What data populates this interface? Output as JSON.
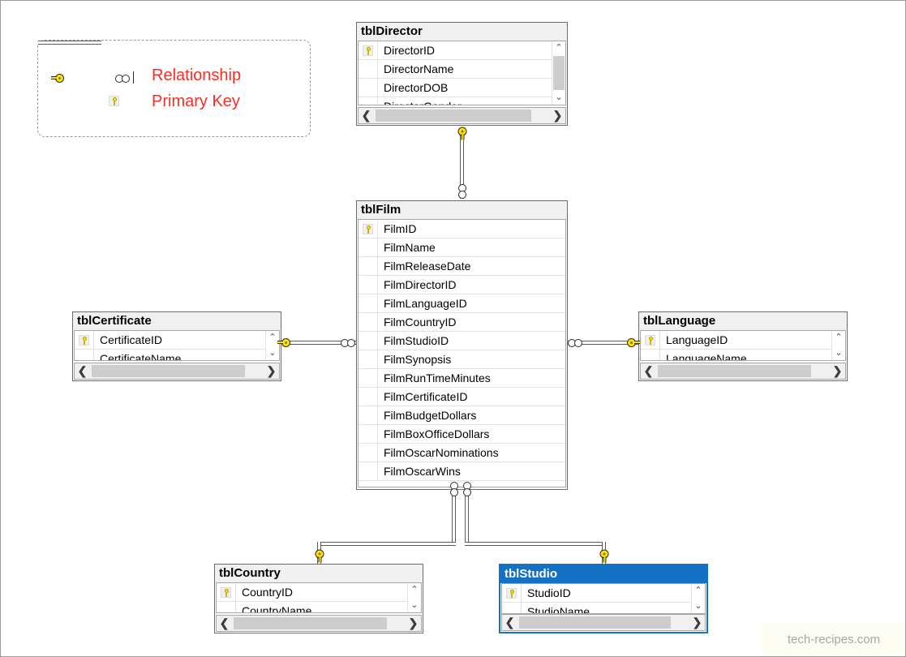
{
  "legend": {
    "relationship_label": "Relationship",
    "primary_key_label": "Primary Key",
    "key_icon": "key-icon",
    "relationship_icon": "relationship-connector-icon"
  },
  "watermark": "tech-recipes.com",
  "colors": {
    "selected_header_bg": "#1571c4",
    "selected_header_text": "#ffffff",
    "header_bg": "#f0f0f0",
    "legend_text": "#ff2b20",
    "key_yellow": "#ffe400",
    "connector_line": "#5a5a5a",
    "scroll_thumb": "#cdcdcd"
  },
  "scroll": {
    "up_arrow": "⌃",
    "down_arrow": "⌄",
    "left_arrow": "❮",
    "right_arrow": "❯"
  },
  "tables": {
    "director": {
      "title": "tblDirector",
      "selected": false,
      "fields": [
        {
          "name": "DirectorID",
          "primary_key": true
        },
        {
          "name": "DirectorName",
          "primary_key": false
        },
        {
          "name": "DirectorDOB",
          "primary_key": false
        },
        {
          "name": "DirectorGender",
          "primary_key": false
        }
      ]
    },
    "film": {
      "title": "tblFilm",
      "selected": false,
      "fields": [
        {
          "name": "FilmID",
          "primary_key": true
        },
        {
          "name": "FilmName",
          "primary_key": false
        },
        {
          "name": "FilmReleaseDate",
          "primary_key": false
        },
        {
          "name": "FilmDirectorID",
          "primary_key": false
        },
        {
          "name": "FilmLanguageID",
          "primary_key": false
        },
        {
          "name": "FilmCountryID",
          "primary_key": false
        },
        {
          "name": "FilmStudioID",
          "primary_key": false
        },
        {
          "name": "FilmSynopsis",
          "primary_key": false
        },
        {
          "name": "FilmRunTimeMinutes",
          "primary_key": false
        },
        {
          "name": "FilmCertificateID",
          "primary_key": false
        },
        {
          "name": "FilmBudgetDollars",
          "primary_key": false
        },
        {
          "name": "FilmBoxOfficeDollars",
          "primary_key": false
        },
        {
          "name": "FilmOscarNominations",
          "primary_key": false
        },
        {
          "name": "FilmOscarWins",
          "primary_key": false
        }
      ]
    },
    "certificate": {
      "title": "tblCertificate",
      "selected": false,
      "fields": [
        {
          "name": "CertificateID",
          "primary_key": true
        },
        {
          "name": "CertificateName",
          "primary_key": false
        }
      ]
    },
    "language": {
      "title": "tblLanguage",
      "selected": false,
      "fields": [
        {
          "name": "LanguageID",
          "primary_key": true
        },
        {
          "name": "LanguageName",
          "primary_key": false
        }
      ]
    },
    "country": {
      "title": "tblCountry",
      "selected": false,
      "fields": [
        {
          "name": "CountryID",
          "primary_key": true
        },
        {
          "name": "CountryName",
          "primary_key": false
        }
      ]
    },
    "studio": {
      "title": "tblStudio",
      "selected": true,
      "fields": [
        {
          "name": "StudioID",
          "primary_key": true
        },
        {
          "name": "StudioName",
          "primary_key": false
        }
      ]
    }
  },
  "relationships": [
    {
      "from": "tblDirector.DirectorID",
      "to": "tblFilm.FilmDirectorID",
      "type": "one-to-many"
    },
    {
      "from": "tblCertificate.CertificateID",
      "to": "tblFilm.FilmCertificateID",
      "type": "one-to-many"
    },
    {
      "from": "tblLanguage.LanguageID",
      "to": "tblFilm.FilmLanguageID",
      "type": "one-to-many"
    },
    {
      "from": "tblCountry.CountryID",
      "to": "tblFilm.FilmCountryID",
      "type": "one-to-many"
    },
    {
      "from": "tblStudio.StudioID",
      "to": "tblFilm.FilmStudioID",
      "type": "one-to-many"
    }
  ]
}
